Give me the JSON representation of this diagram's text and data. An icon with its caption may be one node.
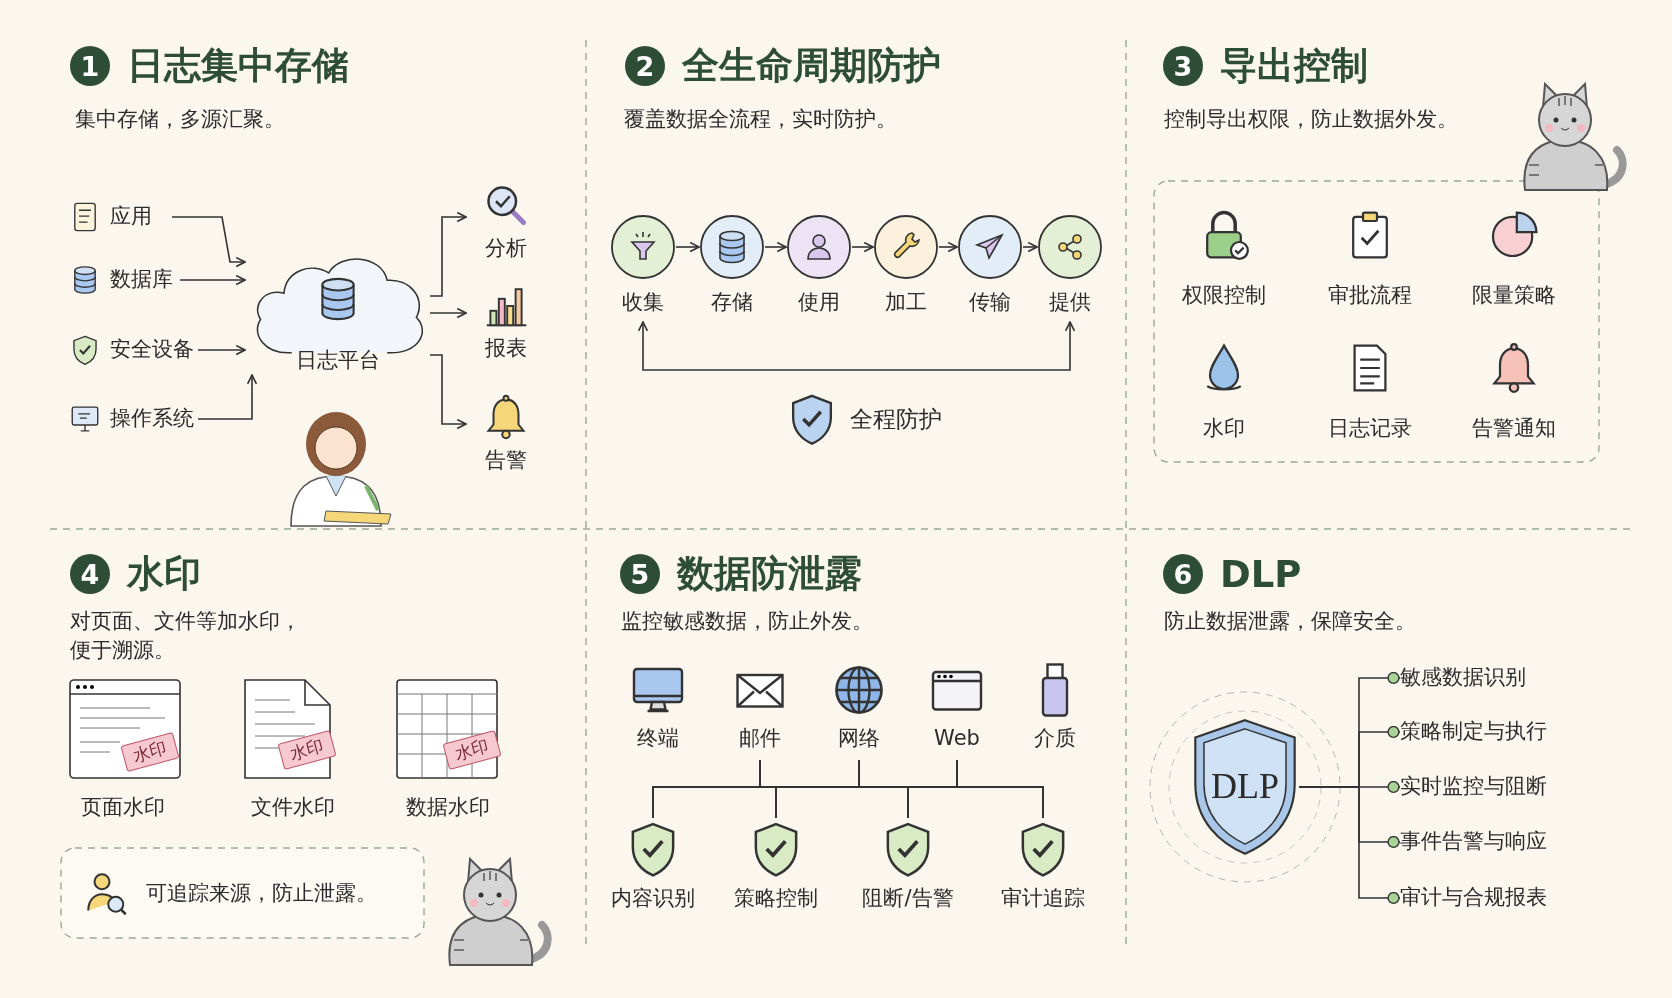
{
  "diagram": {
    "nodes": [
      {
        "text": [
          "应用"
        ]
      },
      {
        "text": [
          "数据库"
        ]
      },
      {
        "text": [
          "安全设备"
        ]
      },
      {
        "text": [
          "操作系统"
        ]
      },
      {
        "text": [
          "日志平台"
        ]
      },
      {
        "text": [
          "分析"
        ]
      },
      {
        "text": [
          "报表"
        ]
      },
      {
        "text": [
          "告警"
        ]
      },
      {
        "text": [
          "收集"
        ]
      },
      {
        "text": [
          "存储"
        ]
      },
      {
        "text": [
          "使用"
        ]
      },
      {
        "text": [
          "加工"
        ]
      },
      {
        "text": [
          "传输"
        ]
      },
      {
        "text": [
          "提供"
        ]
      },
      {
        "text": [
          "终端"
        ]
      },
      {
        "text": [
          "邮件"
        ]
      },
      {
        "text": [
          "网络"
        ]
      },
      {
        "text": [
          "Web"
        ]
      },
      {
        "text": [
          "介质"
        ]
      },
      {
        "text": [
          "内容识别"
        ]
      },
      {
        "text": [
          "策略控制"
        ]
      },
      {
        "text": [
          "阻断/告警"
        ]
      },
      {
        "text": [
          "审计追踪"
        ]
      },
      {
        "text": [
          "DLP"
        ]
      },
      {
        "text": [
          "敏感数据识别"
        ]
      },
      {
        "text": [
          "策略制定与执行"
        ]
      },
      {
        "text": [
          "实时监控与阻断"
        ]
      },
      {
        "text": [
          "事件告警与响应"
        ]
      },
      {
        "text": [
          "审计与合规报表"
        ]
      }
    ],
    "edges": [
      {
        "from": 0,
        "to": 4,
        "arrow": "to"
      },
      {
        "from": 1,
        "to": 4,
        "arrow": "to"
      },
      {
        "from": 2,
        "to": 4,
        "arrow": "to"
      },
      {
        "from": 3,
        "to": 4,
        "arrow": "to"
      },
      {
        "from": 4,
        "to": 5,
        "arrow": "to"
      },
      {
        "from": 4,
        "to": 6,
        "arrow": "to"
      },
      {
        "from": 4,
        "to": 7,
        "arrow": "to"
      },
      {
        "from": 8,
        "to": 9,
        "arrow": "to"
      },
      {
        "from": 9,
        "to": 10,
        "arrow": "to"
      },
      {
        "from": 10,
        "to": 11,
        "arrow": "to"
      },
      {
        "from": 11,
        "to": 12,
        "arrow": "to"
      },
      {
        "from": 12,
        "to": 13,
        "arrow": "to"
      },
      {
        "from": 8,
        "to": 13,
        "arrow": "both"
      },
      {
        "from": 15,
        "to": 19,
        "arrow": "none"
      },
      {
        "from": 15,
        "to": 20,
        "arrow": "none"
      },
      {
        "from": 15,
        "to": 21,
        "arrow": "none"
      },
      {
        "from": 15,
        "to": 22,
        "arrow": "none"
      },
      {
        "from": 16,
        "to": 19,
        "arrow": "none"
      },
      {
        "from": 16,
        "to": 20,
        "arrow": "none"
      },
      {
        "from": 16,
        "to": 21,
        "arrow": "none"
      },
      {
        "from": 16,
        "to": 22,
        "arrow": "none"
      },
      {
        "from": 17,
        "to": 19,
        "arrow": "none"
      },
      {
        "from": 17,
        "to": 20,
        "arrow": "none"
      },
      {
        "from": 17,
        "to": 21,
        "arrow": "none"
      },
      {
        "from": 17,
        "to": 22,
        "arrow": "none"
      },
      {
        "from": 23,
        "to": 24,
        "arrow": "other"
      },
      {
        "from": 23,
        "to": 25,
        "arrow": "other"
      },
      {
        "from": 23,
        "to": 26,
        "arrow": "other"
      },
      {
        "from": 23,
        "to": 27,
        "arrow": "other"
      },
      {
        "from": 23,
        "to": 28,
        "arrow": "other"
      }
    ],
    "labels": [
      "1",
      "日志集中存储",
      "集中存储，多源汇聚。",
      "2",
      "全生命周期防护",
      "覆盖数据全流程，实时防护。",
      "全程防护",
      "3",
      "导出控制",
      "控制导出权限，防止数据外发。",
      "权限控制",
      "审批流程",
      "限量策略",
      "水印",
      "日志记录",
      "告警通知",
      "4",
      "水印",
      "对页面、文件等加水印，便于溯源。",
      "水印",
      "页面水印",
      "水印",
      "文件水印",
      "水印",
      "数据水印",
      "可追踪来源，防止泄露。",
      "5",
      "数据防泄露",
      "监控敏感数据，防止外发。",
      "6",
      "DLP",
      "防止数据泄露，保障安全。"
    ]
  }
}
